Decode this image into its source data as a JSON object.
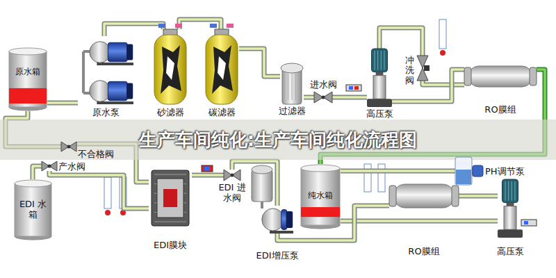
{
  "diagram": {
    "title": "生产车间纯化:生产车间纯化流程图",
    "nodes": [
      {
        "text": [
          "原水箱"
        ]
      },
      {
        "text": [
          "原水泵"
        ]
      },
      {
        "text": [
          "砂滤器"
        ]
      },
      {
        "text": [
          "碳滤器"
        ]
      },
      {
        "text": [
          "过滤器"
        ]
      },
      {
        "text": [
          "进水阀"
        ]
      },
      {
        "text": [
          "高压泵"
        ]
      },
      {
        "text": [
          "冲洗阀"
        ]
      },
      {
        "text": [
          "RO膜组"
        ]
      },
      {
        "text": [
          "PH调节泵"
        ]
      },
      {
        "text": [
          "纯水箱"
        ]
      },
      {
        "text": [
          "RO膜组"
        ]
      },
      {
        "text": [
          "高压泵"
        ]
      },
      {
        "text": [
          "EDI增压泵"
        ]
      },
      {
        "text": [
          "EDI 进水阀"
        ]
      },
      {
        "text": [
          "EDI膜块"
        ]
      },
      {
        "text": [
          "产水阀"
        ]
      },
      {
        "text": [
          "不合格阀"
        ]
      },
      {
        "text": [
          "EDI 水箱"
        ]
      }
    ],
    "edges": [
      {
        "from": 0,
        "to": 1,
        "arrow": "none"
      },
      {
        "from": 1,
        "to": 2,
        "arrow": "none"
      },
      {
        "from": 2,
        "to": 3,
        "arrow": "none"
      },
      {
        "from": 3,
        "to": 4,
        "arrow": "none"
      },
      {
        "from": 4,
        "to": 5,
        "arrow": "none"
      },
      {
        "from": 5,
        "to": 6,
        "arrow": "none"
      },
      {
        "from": 6,
        "to": 7,
        "arrow": "none"
      },
      {
        "from": 7,
        "to": 8,
        "arrow": "none"
      },
      {
        "from": 6,
        "to": 8,
        "arrow": "none"
      },
      {
        "from": 8,
        "to": 10,
        "arrow": "none"
      },
      {
        "from": 9,
        "to": 10,
        "arrow": "none"
      },
      {
        "from": 10,
        "to": 12,
        "arrow": "none"
      },
      {
        "from": 12,
        "to": 11,
        "arrow": "none"
      },
      {
        "from": 11,
        "to": 13,
        "arrow": "none"
      },
      {
        "from": 13,
        "to": 14,
        "arrow": "none"
      },
      {
        "from": 14,
        "to": 15,
        "arrow": "none"
      },
      {
        "from": 15,
        "to": 17,
        "arrow": "none"
      },
      {
        "from": 15,
        "to": 16,
        "arrow": "none"
      },
      {
        "from": 16,
        "to": 18,
        "arrow": "none"
      },
      {
        "from": 17,
        "to": 0,
        "arrow": "none"
      }
    ]
  }
}
